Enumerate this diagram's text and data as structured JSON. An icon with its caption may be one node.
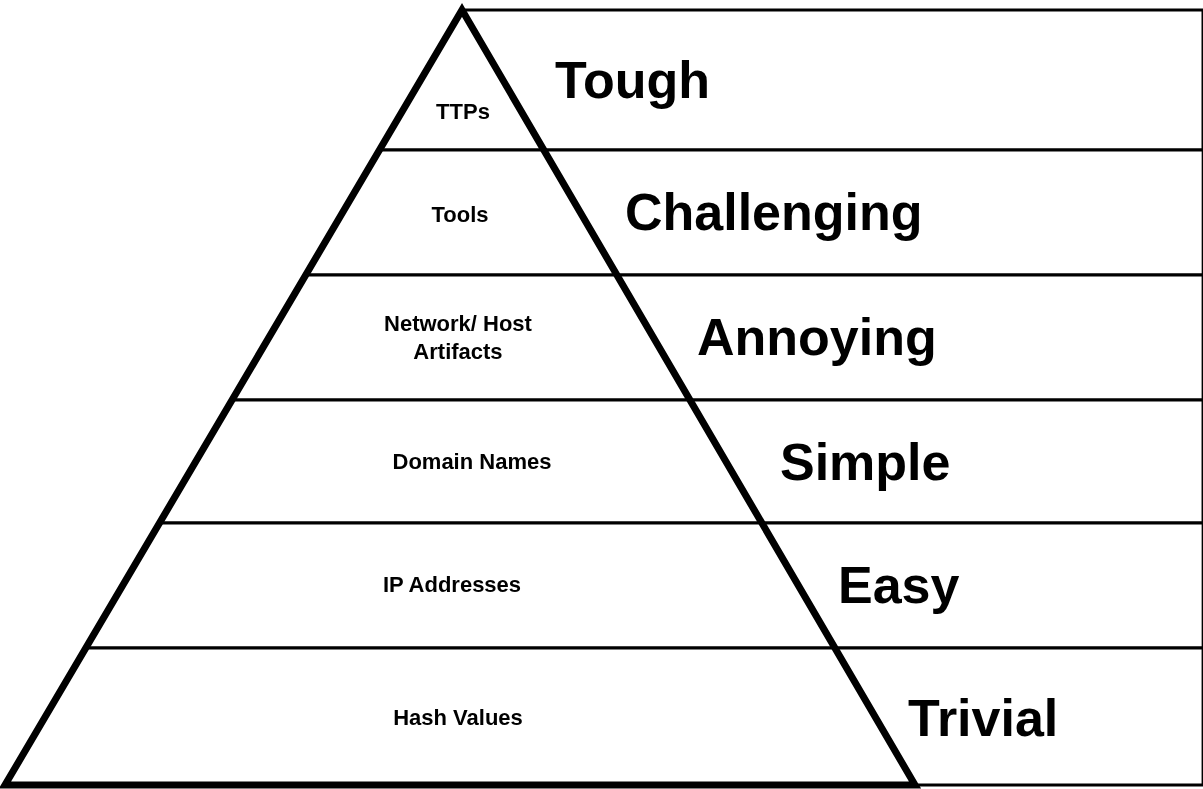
{
  "diagram": {
    "nodes": [
      {
        "text": [
          "TTPs"
        ]
      },
      {
        "text": [
          "Tough"
        ]
      },
      {
        "text": [
          "Tools"
        ]
      },
      {
        "text": [
          "Challenging"
        ]
      },
      {
        "text": [
          "Network/ Host Artifacts"
        ]
      },
      {
        "text": [
          "Annoying"
        ]
      },
      {
        "text": [
          "Domain Names"
        ]
      },
      {
        "text": [
          "Simple"
        ]
      },
      {
        "text": [
          "IP Addresses"
        ]
      },
      {
        "text": [
          "Easy"
        ]
      },
      {
        "text": [
          "Hash Values"
        ]
      },
      {
        "text": [
          "Trivial"
        ]
      }
    ]
  }
}
